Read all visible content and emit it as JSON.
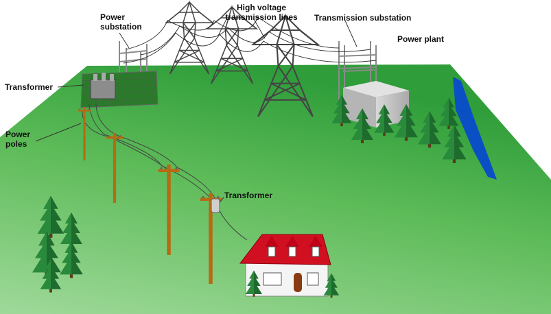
{
  "labels": {
    "power_substation": "Power\nsubstation",
    "high_voltage_lines": "High voltage\ntransmission lines",
    "transmission_substation": "Transmission substation",
    "power_plant": "Power plant",
    "transformer_main": "Transformer",
    "power_poles": "Power\npoles",
    "transformer_pole": "Transformer"
  },
  "colors": {
    "ground_light": "#8fd08a",
    "ground_dark": "#2f9e3a",
    "water": "#0b4fc4",
    "roof": "#d01020",
    "tree": "#1e6b2e",
    "pole": "#b86a12",
    "tower": "#4a4a4a",
    "building": "#c9c9c9"
  }
}
